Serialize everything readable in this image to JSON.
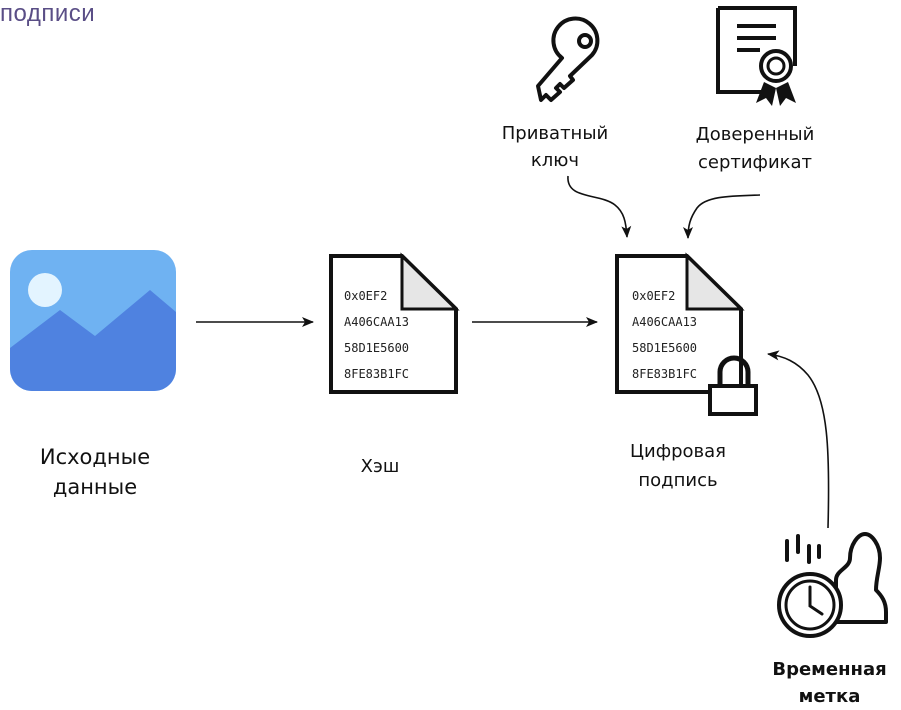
{
  "header": {
    "title": "подписи"
  },
  "nodes": {
    "source": {
      "label_line1": "Исходные",
      "label_line2": "данные",
      "icon": "image-icon"
    },
    "hash": {
      "label": "Хэш",
      "icon": "document-icon",
      "lines": [
        "0x0EF2",
        "A406CAA13",
        "58D1E5600",
        "8FE83B1FC"
      ]
    },
    "signature": {
      "label_line1": "Цифровая",
      "label_line2": "подпись",
      "icon": "locked-document-icon",
      "lines": [
        "0x0EF2",
        "A406CAA13",
        "58D1E5600",
        "8FE83B1FC"
      ]
    },
    "private_key": {
      "label_line1": "Приватный",
      "label_line2": "ключ",
      "icon": "key-icon"
    },
    "certificate": {
      "label_line1": "Доверенный",
      "label_line2": "сертификат",
      "icon": "certificate-icon"
    },
    "timestamp": {
      "label_line1": "Временная",
      "label_line2": "метка",
      "icon": "timestamp-stamp-icon"
    }
  },
  "colors": {
    "title": "#5a4e86",
    "image_sky": "#6fb2f2",
    "image_mountain": "#4f82e0",
    "image_sun": "#e3f4ff",
    "stroke": "#111111",
    "doc_fold": "#e6e6e6"
  }
}
